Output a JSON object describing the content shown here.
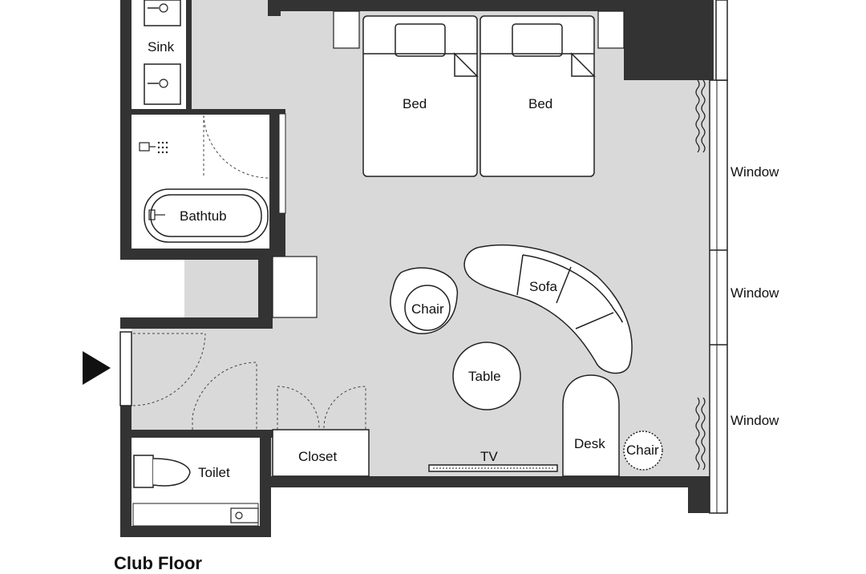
{
  "labels": {
    "sink": "Sink",
    "bed_left": "Bed",
    "bed_right": "Bed",
    "bathtub": "Bathtub",
    "window_1": "Window",
    "window_2": "Window",
    "window_3": "Window",
    "sofa": "Sofa",
    "chair_lounge": "Chair",
    "table": "Table",
    "desk": "Desk",
    "chair_desk": "Chair",
    "tv": "TV",
    "closet": "Closet",
    "toilet": "Toilet"
  },
  "caption": "Club Floor",
  "colors": {
    "wall": "#333333",
    "floor": "#d9d9d9",
    "furniture": "#ffffff",
    "outline": "#222222"
  }
}
